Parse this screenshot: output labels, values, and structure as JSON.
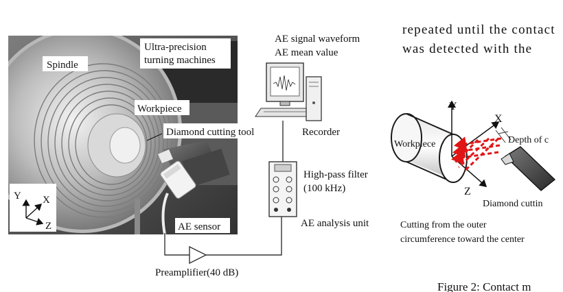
{
  "photo": {
    "labels": {
      "spindle": "Spindle",
      "machine_line1": "Ultra-precision",
      "machine_line2": "turning machines",
      "workpiece": "Workpiece",
      "tool": "Diamond cutting tool",
      "sensor": "AE sensor"
    },
    "axes": {
      "y": "Y",
      "x": "X",
      "z": "Z"
    }
  },
  "system": {
    "waveform_line1": "AE signal waveform",
    "waveform_line2": "AE mean value",
    "recorder": "Recorder",
    "filter_line1": "High-pass filter",
    "filter_line2": "(100 kHz)",
    "analysis_unit": "AE analysis unit",
    "preamplifier": "Preamplifier(40 dB)"
  },
  "body_text": {
    "line1": "repeated until the contact",
    "line2": "was detected with the"
  },
  "cutting_diagram": {
    "workpiece": "Workpiece",
    "axis_y": "Y",
    "axis_x": "X",
    "axis_z": "Z",
    "depth": "Depth of c",
    "tool": "Diamond cuttin",
    "caption_line1": "Cutting from the outer",
    "caption_line2": "circumference toward the center"
  },
  "figure_caption": "Figure 2: Contact m",
  "colors": {
    "path": "#e11515",
    "frame": "#1a1a1a"
  }
}
